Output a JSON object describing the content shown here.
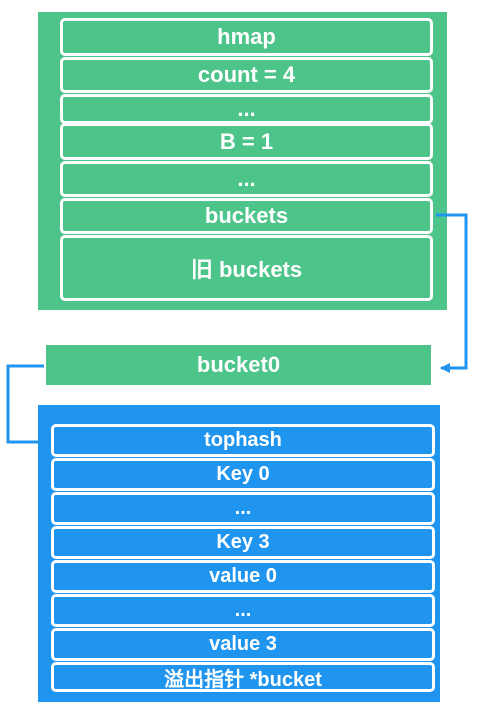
{
  "hmap": {
    "rows": [
      {
        "label": "hmap"
      },
      {
        "label": "count = 4"
      },
      {
        "label": "..."
      },
      {
        "label": "B = 1"
      },
      {
        "label": "..."
      },
      {
        "label": "buckets"
      },
      {
        "label": "旧 buckets"
      }
    ]
  },
  "bucket0": {
    "label": "bucket0"
  },
  "bmap": {
    "rows": [
      {
        "label": "tophash"
      },
      {
        "label": "Key 0"
      },
      {
        "label": "..."
      },
      {
        "label": "Key 3"
      },
      {
        "label": "value 0"
      },
      {
        "label": "..."
      },
      {
        "label": "value 3"
      },
      {
        "label": "溢出指针  *bucket"
      }
    ]
  },
  "colors": {
    "green": "#4dc48a",
    "blue": "#1f95f0",
    "arrow": "#1f95f0"
  }
}
